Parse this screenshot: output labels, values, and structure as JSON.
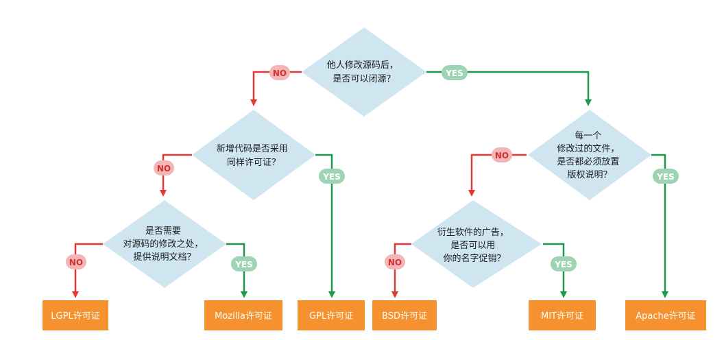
{
  "colors": {
    "diamond": "#cfe6f1",
    "no_line": "#e53935",
    "no_pill": "#f3b6b6",
    "no_text": "#d32f2f",
    "yes_line": "#1b9a4e",
    "yes_pill": "#9ed4b3",
    "yes_text": "#ffffff",
    "result_box": "#f5922f",
    "result_text": "#ffffff"
  },
  "questions": {
    "q1": [
      "他人修改源码后，",
      "是否可以闭源？"
    ],
    "q2": [
      "新增代码是否采用",
      "同样许可证？"
    ],
    "q3": [
      "是否需要",
      "对源码的修改之处，",
      "提供说明文档？"
    ],
    "q4": [
      "每一个",
      "修改过的文件，",
      "是否都必须放置",
      "版权说明？"
    ],
    "q5": [
      "衍生软件的广告，",
      "是否可以用",
      "你的名字促销？"
    ]
  },
  "labels": {
    "no": "NO",
    "yes": "YES"
  },
  "results": {
    "lgpl": "LGPL许可证",
    "mozilla": "Mozilla许可证",
    "gpl": "GPL许可证",
    "bsd": "BSD许可证",
    "mit": "MIT许可证",
    "apache": "Apache许可证"
  }
}
